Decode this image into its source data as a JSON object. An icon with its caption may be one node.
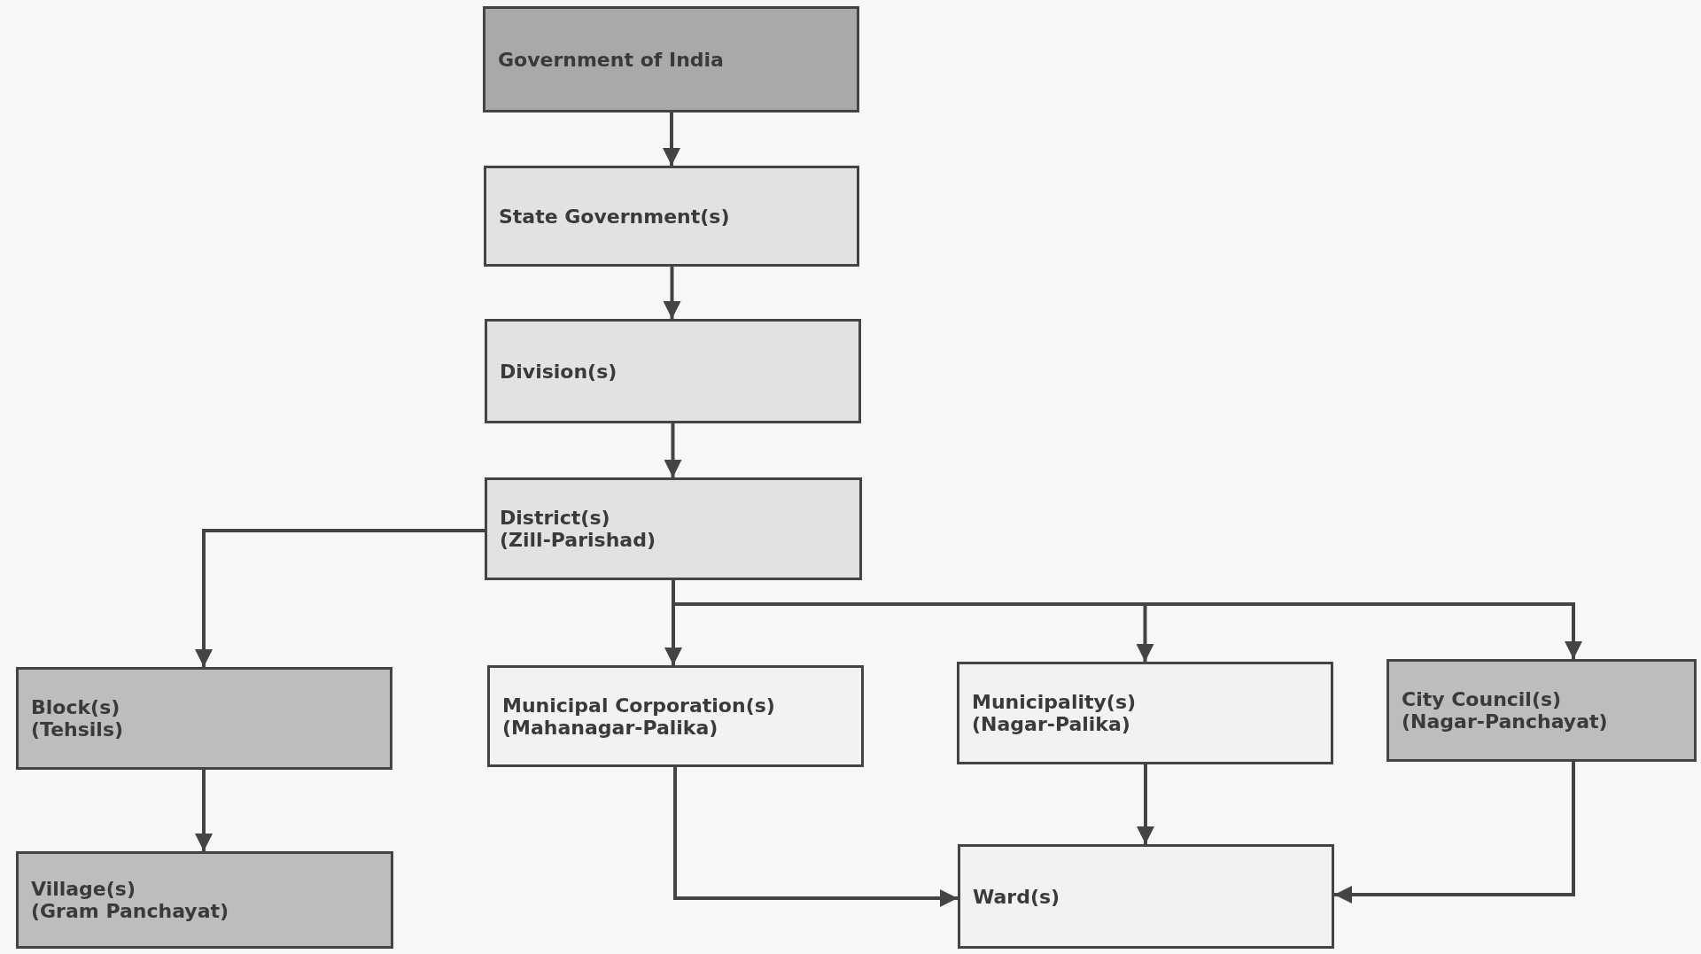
{
  "diagram": {
    "nodes": [
      {
        "text": [
          "Government of India"
        ]
      },
      {
        "text": [
          "State Government(s)"
        ]
      },
      {
        "text": [
          "Division(s)"
        ]
      },
      {
        "text": [
          "District(s)",
          "(Zill-Parishad)"
        ]
      },
      {
        "text": [
          "Block(s)",
          "(Tehsils)"
        ]
      },
      {
        "text": [
          "Municipal Corporation(s)",
          "(Mahanagar-Palika)"
        ]
      },
      {
        "text": [
          "Municipality(s)",
          "(Nagar-Palika)"
        ]
      },
      {
        "text": [
          "City Council(s)",
          "(Nagar-Panchayat)"
        ]
      },
      {
        "text": [
          "Village(s)",
          "(Gram Panchayat)"
        ]
      },
      {
        "text": [
          "Ward(s)"
        ]
      }
    ],
    "edges": [
      {
        "from": 0,
        "to": 1,
        "arrow": "to"
      },
      {
        "from": 1,
        "to": 2,
        "arrow": "to"
      },
      {
        "from": 2,
        "to": 3,
        "arrow": "to"
      },
      {
        "from": 3,
        "to": 4,
        "arrow": "to"
      },
      {
        "from": 3,
        "to": 5,
        "arrow": "to"
      },
      {
        "from": 3,
        "to": 6,
        "arrow": "to"
      },
      {
        "from": 3,
        "to": 7,
        "arrow": "to"
      },
      {
        "from": 4,
        "to": 8,
        "arrow": "to"
      },
      {
        "from": 5,
        "to": 9,
        "arrow": "to"
      },
      {
        "from": 6,
        "to": 9,
        "arrow": "to"
      },
      {
        "from": 7,
        "to": 9,
        "arrow": "to"
      }
    ]
  }
}
